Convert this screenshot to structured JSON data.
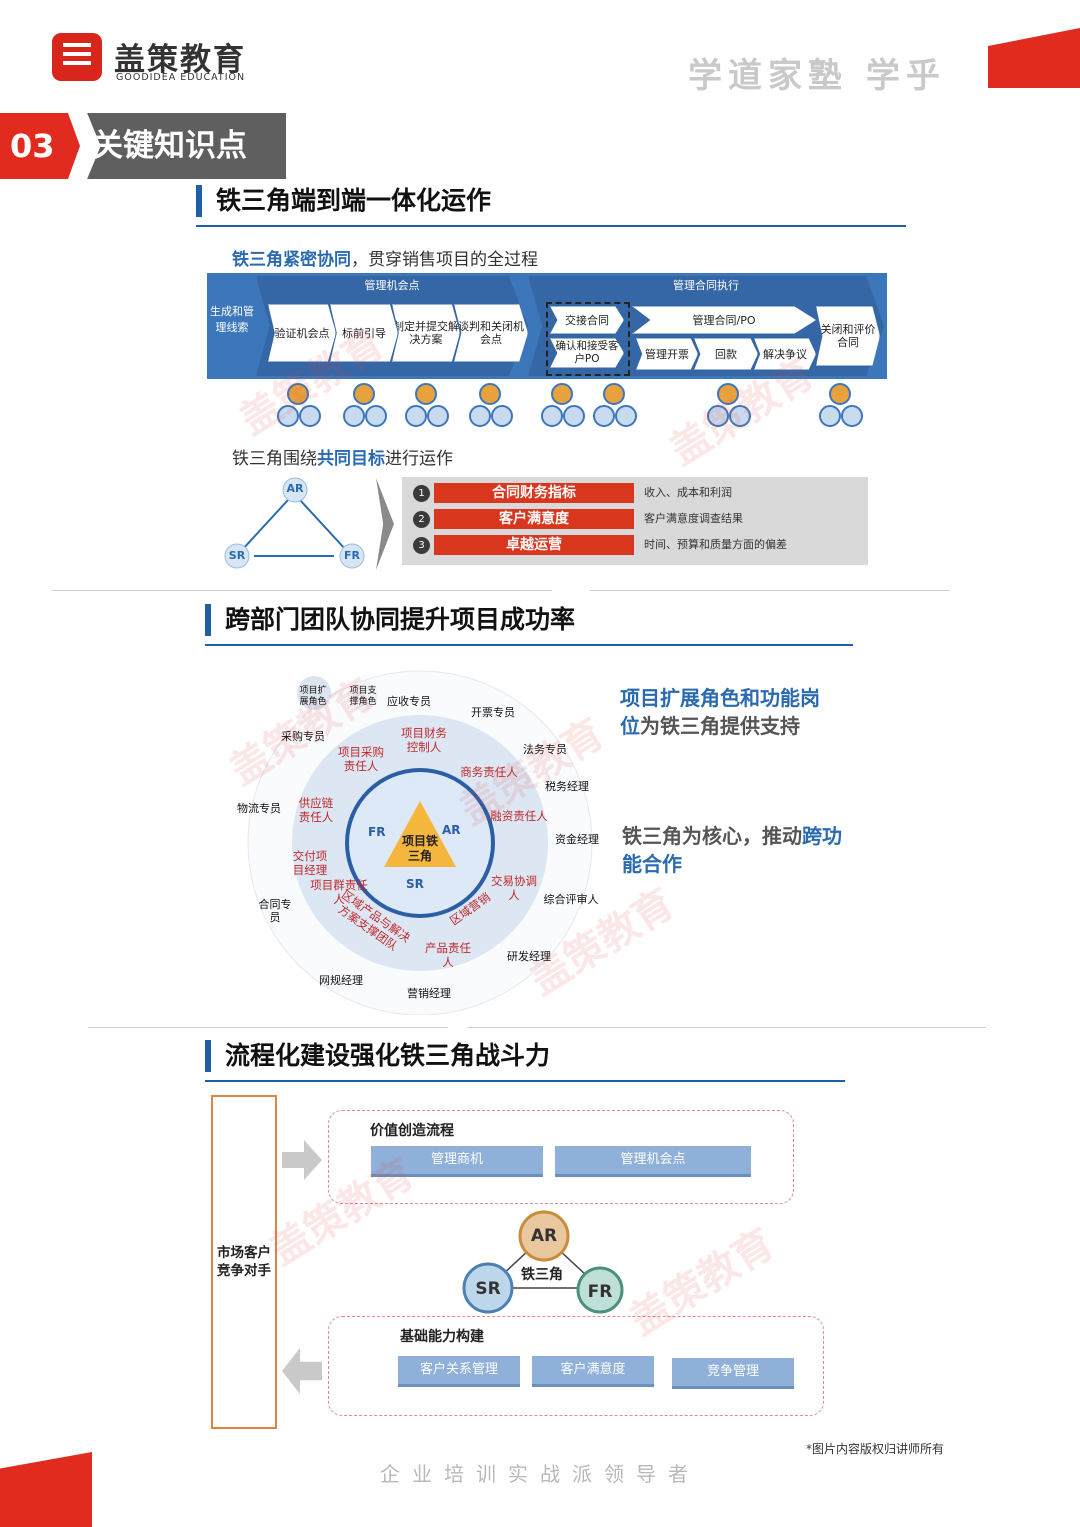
{
  "header": {
    "brand_cn": "盖策教育",
    "brand_en": "GOODIDEA EDUCATION",
    "partner": "学道家塾  学乎"
  },
  "section": {
    "number": "03",
    "title": "关键知识点"
  },
  "part1": {
    "heading": "铁三角端到端一体化运作",
    "subtitle_highlight": "铁三角紧密协同",
    "subtitle_rest": "，贯穿销售项目的全过程",
    "band": {
      "left_label": "生成和管理线索",
      "group1_label": "管理机会点",
      "group2_label": "管理合同执行",
      "steps1": [
        "验证机会点",
        "标前引导",
        "制定并提交解决方案",
        "谈判和关闭机会点"
      ],
      "dashed_top": "交接合同",
      "dashed_bottom": "确认和接受客户PO",
      "manage_po": "管理合同/PO",
      "sub_steps": [
        "管理开票",
        "回款",
        "解决争议"
      ],
      "close": "关闭和评价合同"
    },
    "goal_prefix": "铁三角围绕",
    "goal_highlight": "共同目标",
    "goal_suffix": "进行运作",
    "triangle": {
      "top": "AR",
      "left": "SR",
      "right": "FR"
    },
    "goals": [
      {
        "num": "1",
        "label": "合同财务指标",
        "desc": "收入、成本和利润"
      },
      {
        "num": "2",
        "label": "客户满意度",
        "desc": "客户满意度调查结果"
      },
      {
        "num": "3",
        "label": "卓越运营",
        "desc": "时间、预算和质量方面的偏差"
      }
    ]
  },
  "part2": {
    "heading": "跨部门团队协同提升项目成功率",
    "center": "项目铁三角",
    "ar": "AR",
    "fr": "FR",
    "sr": "SR",
    "legend": [
      "项目扩展角色",
      "项目支撑角色"
    ],
    "inner_roles": [
      "项目财务控制人",
      "项目采购责任人",
      "商务责任人",
      "供应链责任人",
      "融资责任人",
      "交付项目经理",
      "项目群责任人",
      "交易协调人",
      "区域产品与解决方案支撑团队",
      "区域营销",
      "产品责任人"
    ],
    "outer_roles": [
      "应收专员",
      "开票专员",
      "采购专员",
      "法务专员",
      "税务经理",
      "物流专员",
      "资金经理",
      "合同专员",
      "综合评审人",
      "研发经理",
      "网规经理",
      "营销经理"
    ],
    "text1_highlight": "项目扩展角色和功能岗位",
    "text1_rest": "为铁三角提供支持",
    "text2_rest": "铁三角为核心，推动",
    "text2_highlight": "跨功能合作"
  },
  "part3": {
    "heading": "流程化建设强化铁三角战斗力",
    "market": "市场客户竞争对手",
    "value_title": "价值创造流程",
    "value_btns": [
      "管理商机",
      "管理机会点"
    ],
    "base_title": "基础能力构建",
    "base_btns": [
      "客户关系管理",
      "客户满意度",
      "竞争管理"
    ],
    "tri_center": "铁三角",
    "ar": "AR",
    "sr": "SR",
    "fr": "FR"
  },
  "footer": {
    "slogan": "企业培训实战派领导者",
    "copyright": "*图片内容版权归讲师所有"
  },
  "colors": {
    "brand_red": "#e22b1f",
    "band_blue": "#3d77bb",
    "goal_red": "#d9361e",
    "accent_blue": "#1f5fa8"
  }
}
